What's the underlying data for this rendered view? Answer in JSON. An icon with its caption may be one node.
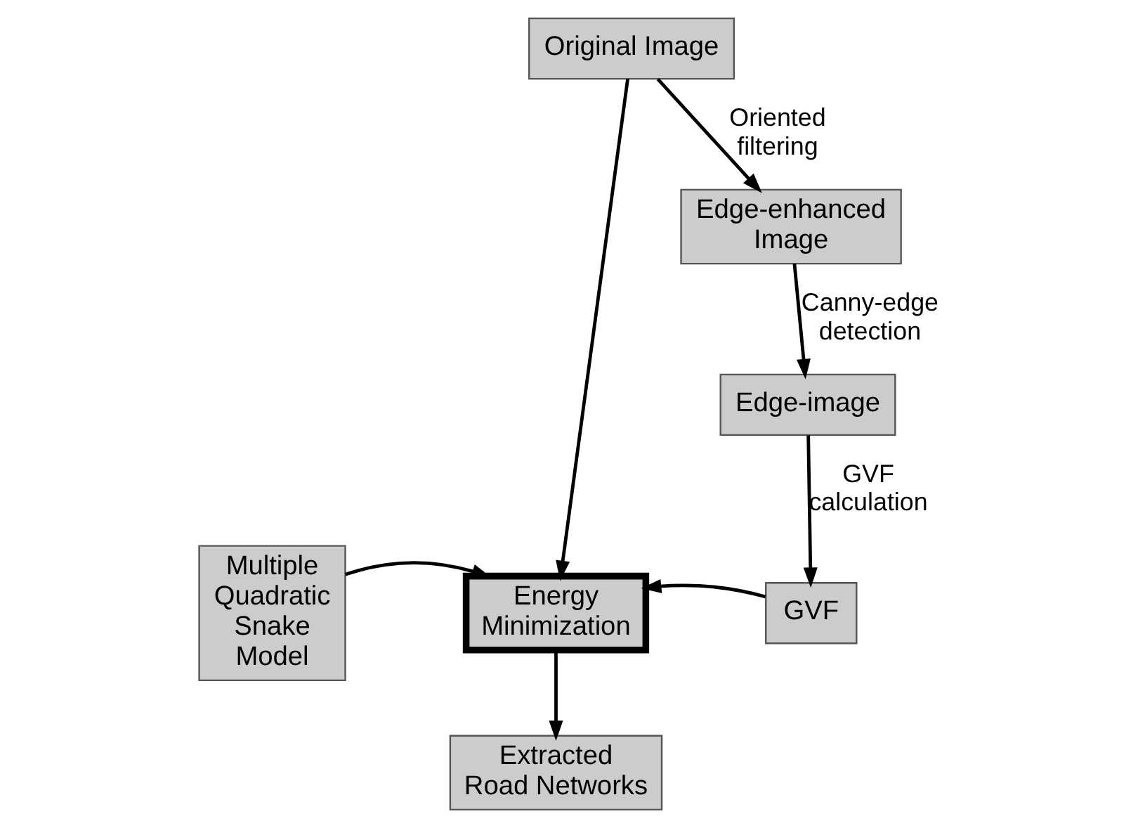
{
  "diagram": {
    "nodes": [
      {
        "text": [
          "Original Image"
        ]
      },
      {
        "text": [
          "Edge-enhanced Image"
        ]
      },
      {
        "text": [
          "Edge-image"
        ]
      },
      {
        "text": [
          "GVF"
        ]
      },
      {
        "text": [
          "Multiple Quadratic Snake Model"
        ]
      },
      {
        "text": [
          "Energy Minimization"
        ]
      },
      {
        "text": [
          "Extracted Road Networks"
        ]
      }
    ],
    "edges": [
      {
        "from": 0,
        "to": 1,
        "arrow": "to",
        "label": "Oriented filtering"
      },
      {
        "from": 1,
        "to": 2,
        "arrow": "to",
        "label": "Canny-edge detection"
      },
      {
        "from": 2,
        "to": 3,
        "arrow": "to",
        "label": "GVF calculation"
      },
      {
        "from": 0,
        "to": 5,
        "arrow": "to"
      },
      {
        "from": 4,
        "to": 5,
        "arrow": "to"
      },
      {
        "from": 3,
        "to": 5,
        "arrow": "to"
      },
      {
        "from": 5,
        "to": 6,
        "arrow": "to"
      }
    ]
  }
}
